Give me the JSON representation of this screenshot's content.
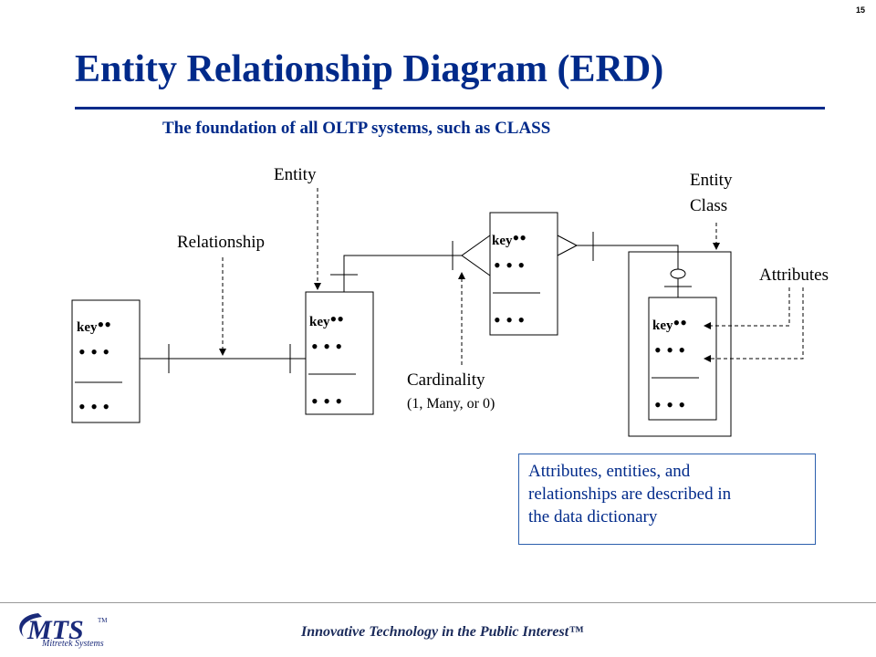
{
  "page_number": "15",
  "title": "Entity Relationship Diagram (ERD)",
  "subtitle": "The foundation of all OLTP systems, such as CLASS",
  "labels": {
    "entity": "Entity",
    "entity_class_line1": "Entity",
    "entity_class_line2": "Class",
    "relationship": "Relationship",
    "attributes": "Attributes",
    "cardinality": "Cardinality",
    "cardinality_detail": "(1, Many, or 0)"
  },
  "entity_box": {
    "key_label": "key",
    "dots_inline": "••",
    "dots_row": "• • •"
  },
  "note": {
    "line1": "Attributes, entities, and",
    "line2": "relationships are described in",
    "line3": "the data dictionary"
  },
  "footer": {
    "logo_text": "MTS",
    "logo_tm": "TM",
    "company": "Mitretek Systems",
    "tagline": "Innovative Technology in the Public Interest™"
  },
  "colors": {
    "title": "#002a8a",
    "note_border": "#2b5fad",
    "logo": "#1a2a7a"
  }
}
